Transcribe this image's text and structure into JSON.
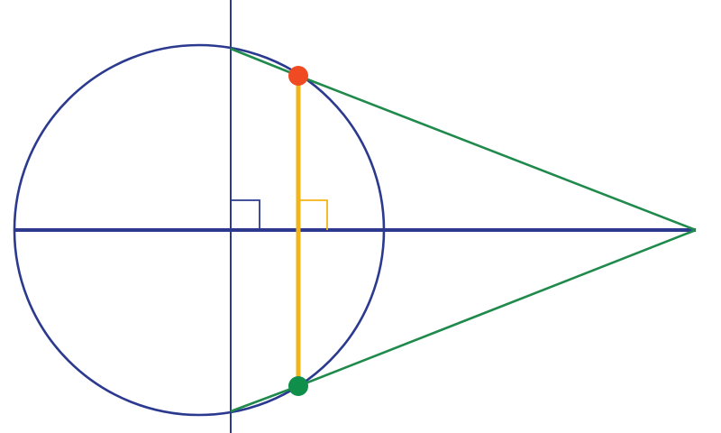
{
  "colors": {
    "background": "#ffffff",
    "circle": "#2b3a8f",
    "axis": "#2b3a8f",
    "tangents": "#1f8a4c",
    "chord": "#f2b418",
    "right_angle_center": "#2b3a8f",
    "right_angle_chord": "#f2b418",
    "upper_tangent_point": "#f04a23",
    "lower_tangent_point": "#0f8f4a"
  },
  "elements": {
    "circle": "circle",
    "horizontal_axis": "horizontal-line",
    "vertical_axis": "vertical-line",
    "upper_tangent": "tangent-line",
    "lower_tangent": "tangent-line",
    "chord": "chord-of-contact",
    "right_angle_marks": 2,
    "tangency_points": 2
  }
}
